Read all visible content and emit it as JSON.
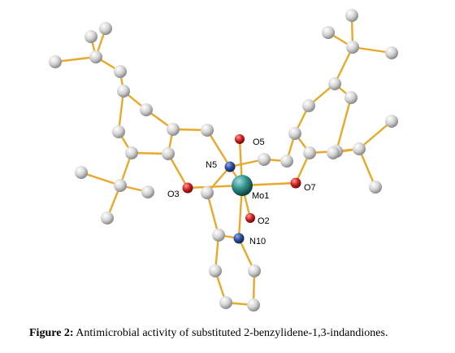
{
  "colors": {
    "bond": "#e8a92a",
    "carbon": "#d4d4d4",
    "nitrogen": "#2c4ea0",
    "oxygen": "#d01f1f",
    "molybdenum": "#2e8b87"
  },
  "atoms": {
    "n5": "N5",
    "o5": "O5",
    "o3": "O3",
    "mo1": "Mo1",
    "o7": "O7",
    "o2": "O2",
    "n10": "N10"
  },
  "caption": {
    "label": "Figure 2:",
    "text": " Antimicrobial activity of substituted 2-benzylidene-1,3-indandiones."
  }
}
